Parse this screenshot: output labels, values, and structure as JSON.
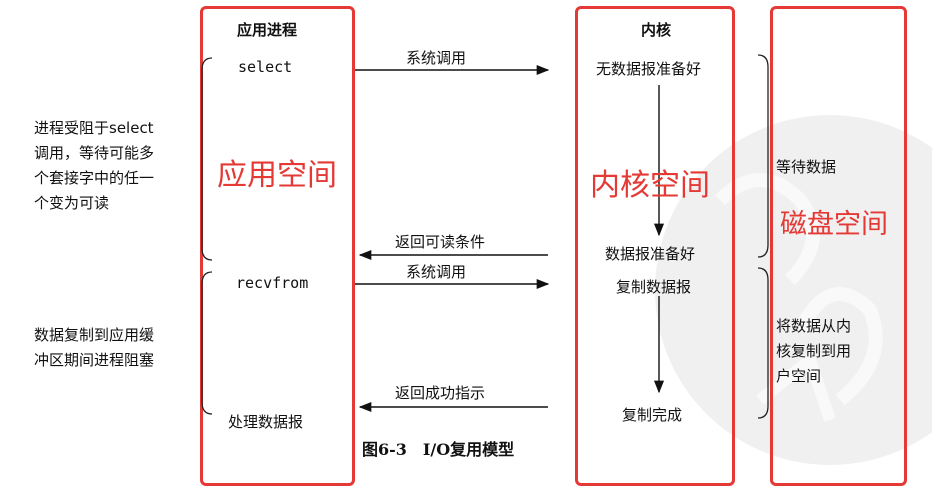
{
  "header": {
    "app_process": "应用进程",
    "kernel": "内核"
  },
  "app_column": {
    "select": "select",
    "recvfrom": "recvfrom",
    "process_datagram": "处理数据报"
  },
  "kernel_column": {
    "no_datagram_ready": "无数据报准备好",
    "datagram_ready": "数据报准备好",
    "copy_datagram": "复制数据报",
    "copy_complete": "复制完成"
  },
  "arrows": {
    "syscall_1": "系统调用",
    "return_readable": "返回可读条件",
    "syscall_2": "系统调用",
    "return_success": "返回成功指示"
  },
  "left_notes": {
    "block_select": [
      "进程受阻于select",
      "调用，等待可能多",
      "个套接字中的任一",
      "个变为可读"
    ],
    "block_copy": [
      "数据复制到应用缓",
      "冲区期间进程阻塞"
    ]
  },
  "right_notes": {
    "wait_data": "等待数据",
    "copy_to_user": [
      "将数据从内",
      "核复制到用",
      "户空间"
    ]
  },
  "annotations": {
    "app_space": "应用空间",
    "kernel_space": "内核空间",
    "disk_space": "磁盘空间"
  },
  "caption": "图6-3　I/O复用模型",
  "colors": {
    "annotation_red": "#e53935",
    "watermark_gray": "#dedede"
  }
}
